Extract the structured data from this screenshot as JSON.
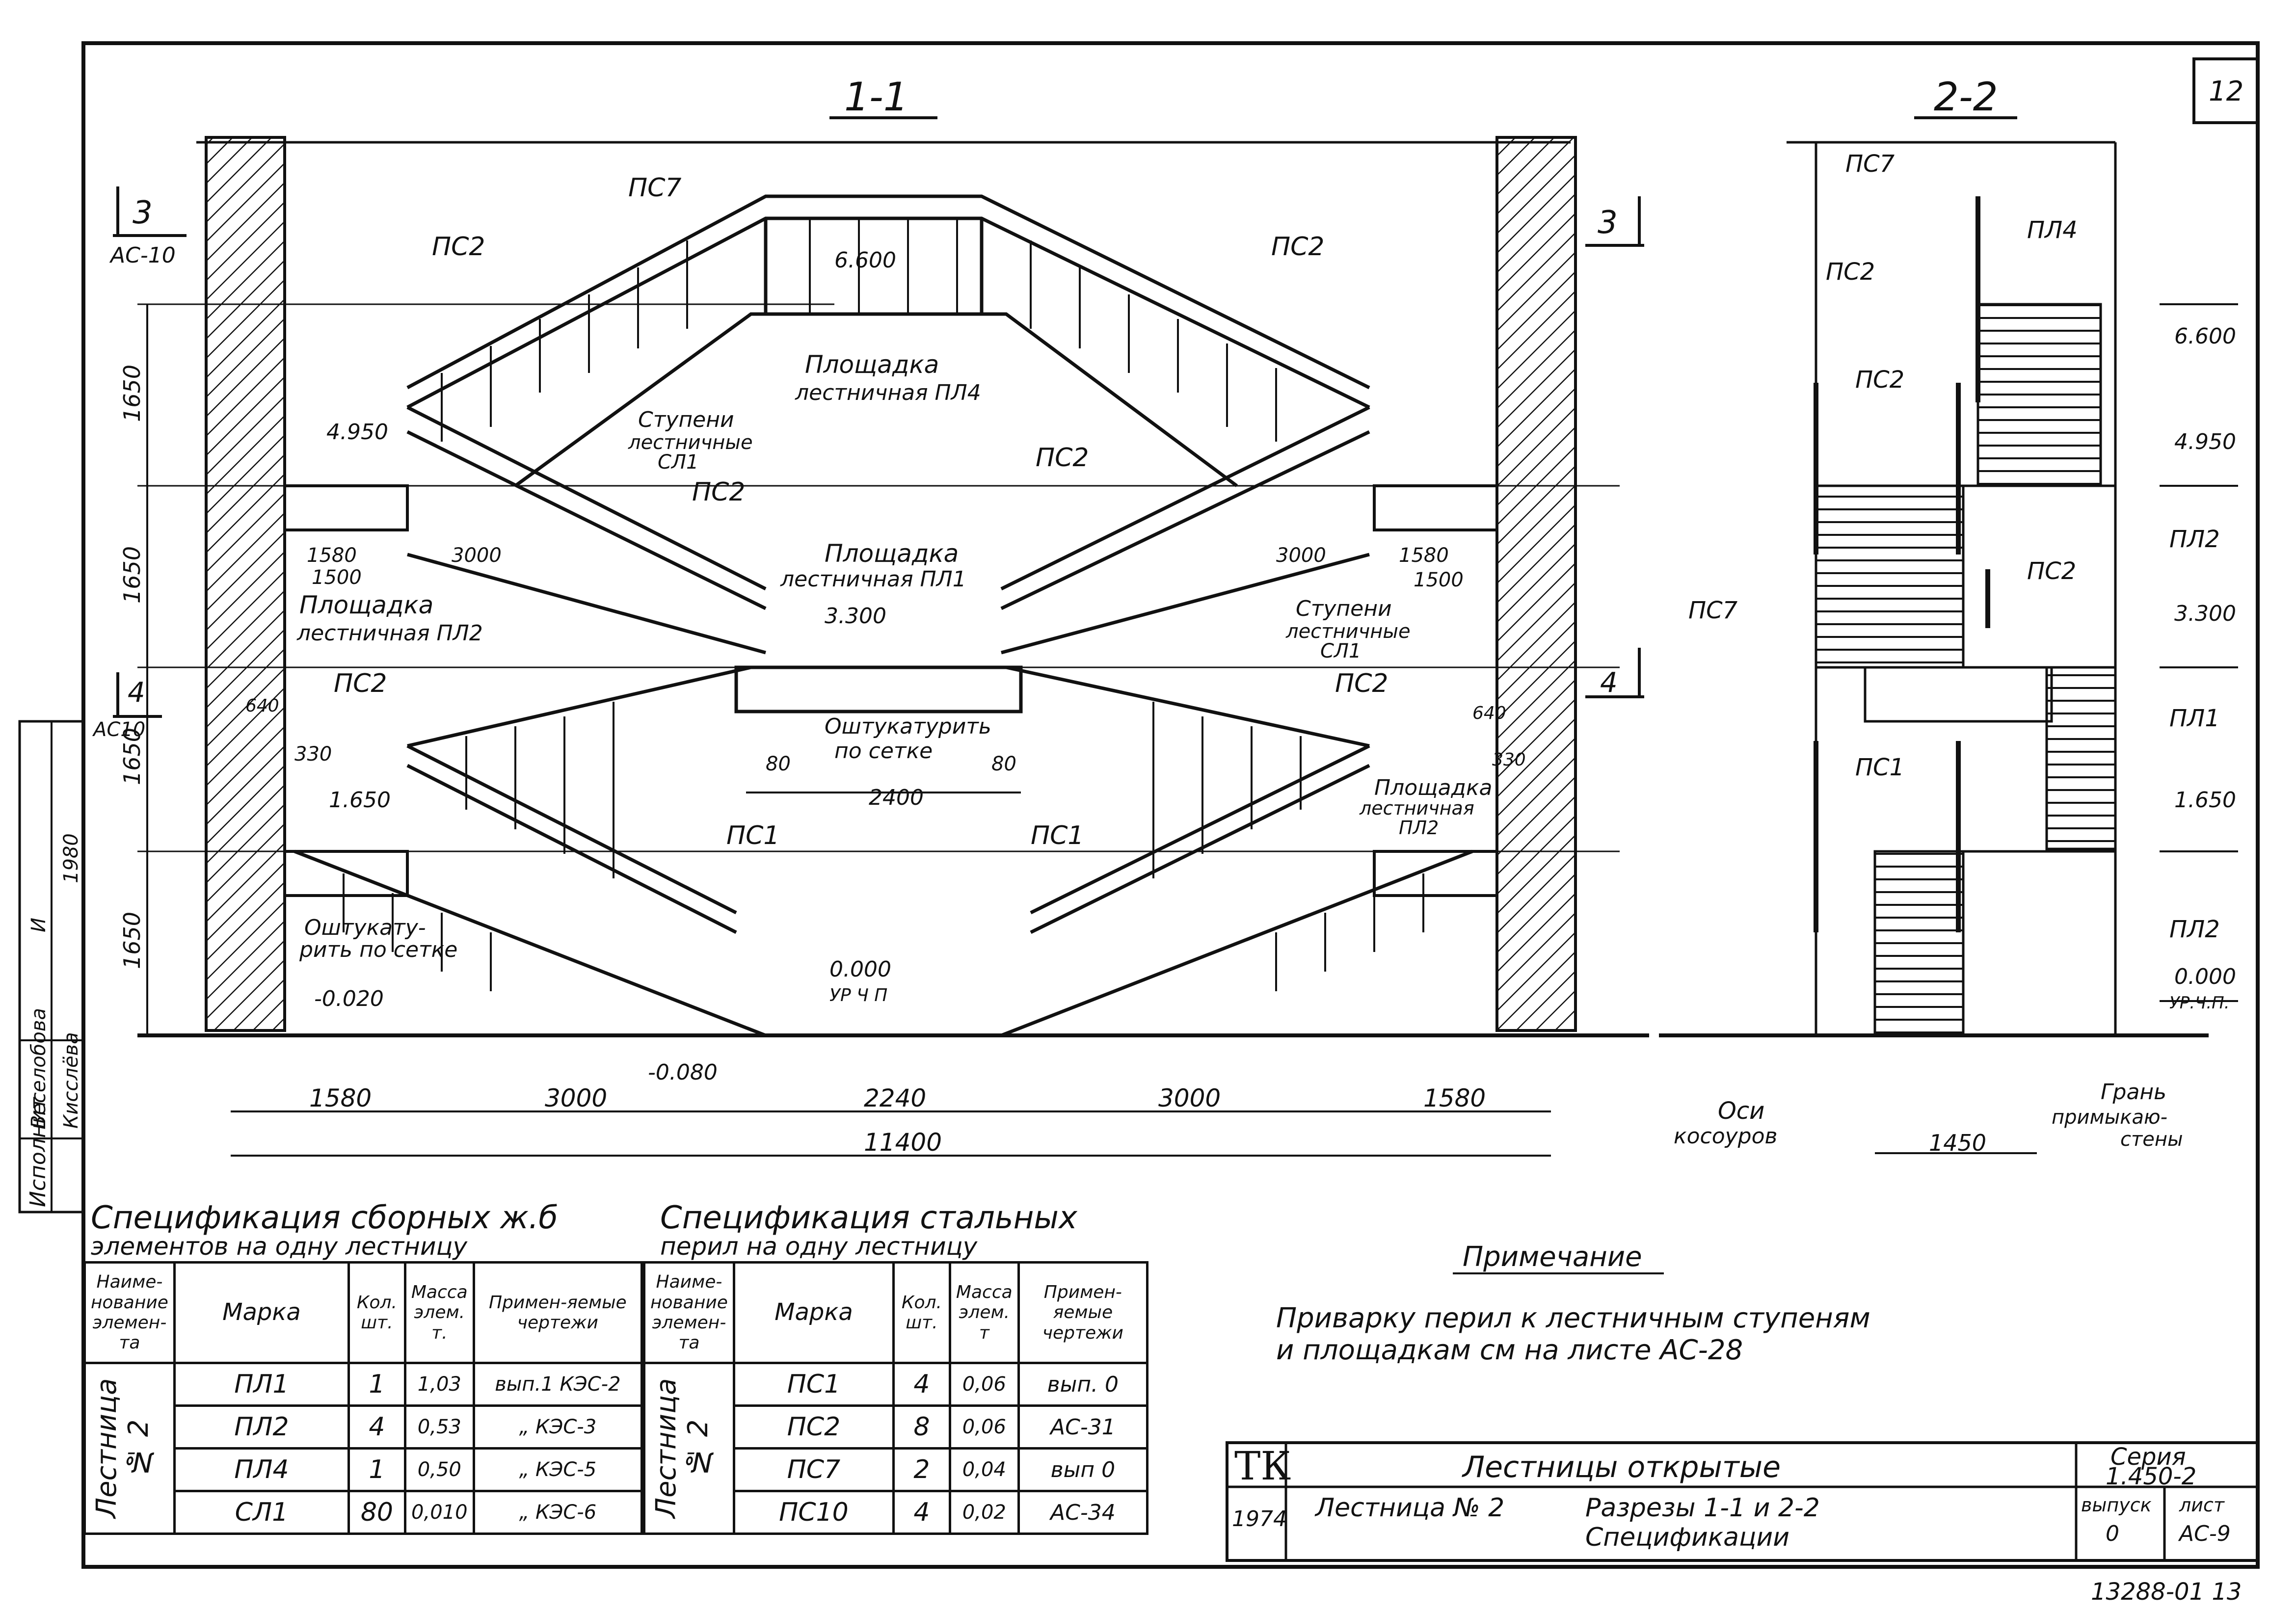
{
  "sheet": {
    "page_number": "12",
    "bottom_code": "13288-01 13",
    "side_stamp": {
      "role": "Исполнит",
      "names": [
        "Веселобова",
        "Кисслёва"
      ],
      "codes": [
        "И",
        "1980"
      ]
    }
  },
  "section_1": {
    "title": "1-1",
    "cut_marks": {
      "left_top": "3",
      "left_top_ref": "АС-10",
      "right_top": "3",
      "left_mid": "4",
      "left_mid_ref": "АС10",
      "right_mid": "4"
    },
    "labels": {
      "pc7": "ПС7",
      "pc2": "ПС2",
      "pc1": "ПС1",
      "landing_top_a": "Площадка",
      "landing_top_b": "лестничная ПЛ4",
      "landing_mid_a": "Площадка",
      "landing_mid_b": "лестничная ПЛ1",
      "landing_side_a": "Площадка",
      "landing_side_b": "лестничная ПЛ2",
      "landing_right_a": "Площадка",
      "landing_right_b": "лестничная",
      "landing_right_c": "ПЛ2",
      "steps_a": "Ступени",
      "steps_b": "лестничные",
      "steps_c": "СЛ1",
      "plaster_a": "Оштукатурить",
      "plaster_b": "по сетке",
      "plaster2_a": "Оштукату-",
      "plaster2_b": "рить по сетке"
    },
    "elevations": [
      "6.600",
      "4.950",
      "3.300",
      "1.650",
      "0.000",
      "УР Ч П",
      "-0.020",
      "-0.080"
    ],
    "dims_vertical": [
      "1650",
      "1650",
      "1650",
      "1650"
    ],
    "dims_local": [
      "1580",
      "1500",
      "3000",
      "3000",
      "1580",
      "1500",
      "330",
      "640",
      "80",
      "80",
      "2400",
      "640",
      "330"
    ],
    "dims_bottom": [
      "1580",
      "3000",
      "2240",
      "3000",
      "1580"
    ],
    "dims_total": "11400"
  },
  "section_2": {
    "title": "2-2",
    "labels": [
      "ПС7",
      "ПЛ4",
      "ПС2",
      "ПС2",
      "ПС7",
      "ПС2",
      "ПЛ2",
      "ПЛ1",
      "ПС1",
      "ПЛ2"
    ],
    "elevations": [
      "6.600",
      "4.950",
      "3.300",
      "1.650",
      "0.000",
      "УР.Ч.П."
    ],
    "axis_label_a": "Оси",
    "axis_label_b": "косоуров",
    "wall_label_a": "Грань",
    "wall_label_b": "примыкаю-",
    "wall_label_c": "стены",
    "width_dim": "1450"
  },
  "spec_concrete": {
    "title_a": "Спецификация сборных ж.б",
    "title_b": "элементов на одну лестницу",
    "headers": [
      "Наиме-нование элемен-та",
      "Марка",
      "Кол. шт.",
      "Масса элем. т.",
      "Примен-яемые чертежи"
    ],
    "group": "Лестница № 2",
    "rows": [
      [
        "ПЛ1",
        "1",
        "1,03",
        "вып.1 КЭС-2"
      ],
      [
        "ПЛ2",
        "4",
        "0,53",
        "„ КЭС-3"
      ],
      [
        "ПЛ4",
        "1",
        "0,50",
        "„ КЭС-5"
      ],
      [
        "СЛ1",
        "80",
        "0,010",
        "„ КЭС-6"
      ]
    ]
  },
  "spec_steel": {
    "title_a": "Спецификация стальных",
    "title_b": "перил на одну лестницу",
    "headers": [
      "Наиме-нование элемен-та",
      "Марка",
      "Кол. шт.",
      "Масса элем. т",
      "Примен-яемые чертежи"
    ],
    "group": "Лестница № 2",
    "rows": [
      [
        "ПС1",
        "4",
        "0,06",
        "вып. 0"
      ],
      [
        "ПС2",
        "8",
        "0,06",
        "АС-31"
      ],
      [
        "ПС7",
        "2",
        "0,04",
        "вып 0"
      ],
      [
        "ПС10",
        "4",
        "0,02",
        "АС-34"
      ]
    ]
  },
  "note": {
    "title": "Примечание",
    "line1": "Приварку перил к лестничным ступеням",
    "line2": "и площадкам см на листе АС-28"
  },
  "title_block": {
    "logo": "ТК",
    "year": "1974",
    "title": "Лестницы открытые",
    "subject": "Лестница № 2",
    "desc_a": "Разрезы 1-1 и 2-2",
    "desc_b": "Спецификации",
    "series_label": "Серия",
    "series": "1.450-2",
    "issue_label": "выпуск",
    "issue": "0",
    "sheet_label": "лист",
    "sheet": "АС-9"
  }
}
